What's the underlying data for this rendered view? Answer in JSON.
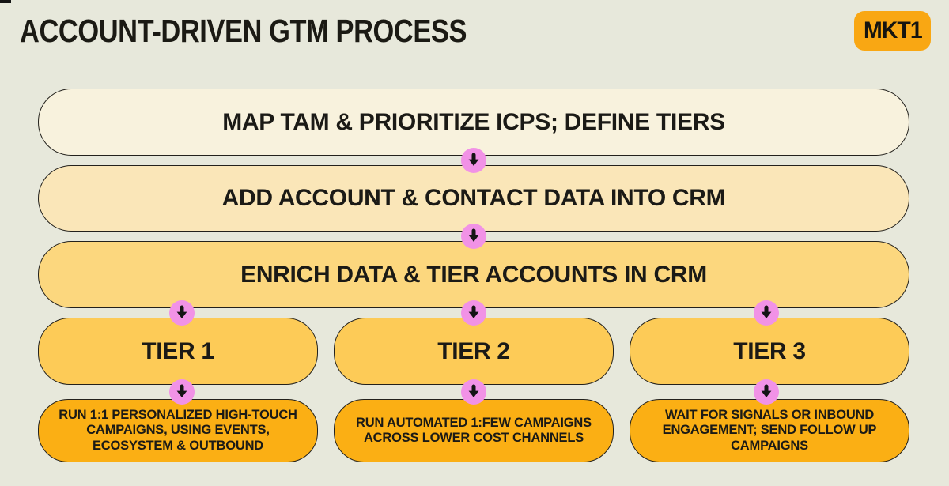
{
  "title": "ACCOUNT-DRIVEN GTM PROCESS",
  "brand": {
    "logo_text": "MKT1"
  },
  "colors": {
    "background": "#E7E8DB",
    "ink": "#1B1A14",
    "badge_fill": "#F9A713",
    "arrow_circle_fill": "#F192E6",
    "tier_fill": "#FDCB57",
    "detail_fill": "#FBAF14"
  },
  "stages": [
    {
      "label": "MAP TAM & PRIORITIZE ICPS; DEFINE TIERS",
      "color": "#F8F2DD"
    },
    {
      "label": "ADD ACCOUNT & CONTACT DATA INTO CRM",
      "color": "#FAE6B8"
    },
    {
      "label": "ENRICH DATA & TIER ACCOUNTS IN CRM",
      "color": "#FCD77E"
    }
  ],
  "tiers": [
    {
      "label": "TIER 1",
      "detail": "RUN 1:1 PERSONALIZED HIGH-TOUCH CAMPAIGNS, USING EVENTS, ECOSYSTEM & OUTBOUND"
    },
    {
      "label": "TIER 2",
      "detail": "RUN AUTOMATED 1:FEW CAMPAIGNS ACROSS LOWER COST CHANNELS"
    },
    {
      "label": "TIER 3",
      "detail": "WAIT FOR SIGNALS OR INBOUND ENGAGEMENT; SEND FOLLOW UP CAMPAIGNS"
    }
  ],
  "icons": {
    "arrow": "down-arrow"
  }
}
